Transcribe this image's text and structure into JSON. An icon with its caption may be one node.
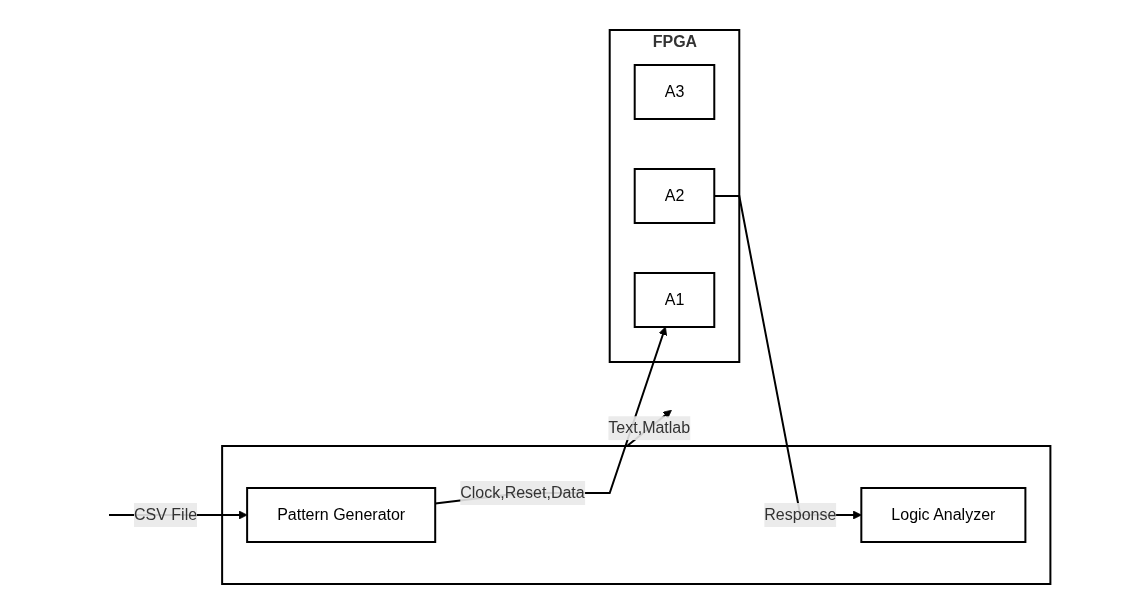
{
  "diagram": {
    "nodes": [
      {
        "text": [],
        "shape": "box"
      },
      {
        "text": [
          "Pattern Generator"
        ],
        "in": 0
      },
      {
        "text": [
          "Logic Analyzer"
        ],
        "in": 0
      },
      {
        "text": [
          "FPGA"
        ]
      },
      {
        "text": [
          "A3"
        ],
        "in": 3
      },
      {
        "text": [
          "A2"
        ],
        "in": 3
      },
      {
        "text": [
          "A1"
        ],
        "in": 3
      }
    ],
    "edges": [
      {
        "from": null,
        "to": 1,
        "label": "CSV File",
        "arrow": "to"
      },
      {
        "from": 0,
        "to": null,
        "label": "Text,Matlab",
        "arrow": "to"
      },
      {
        "from": 5,
        "to": 2,
        "label": "Response",
        "arrow": "to"
      },
      {
        "from": 1,
        "to": 6,
        "label": "Clock,Reset,Data",
        "arrow": "to"
      }
    ]
  }
}
